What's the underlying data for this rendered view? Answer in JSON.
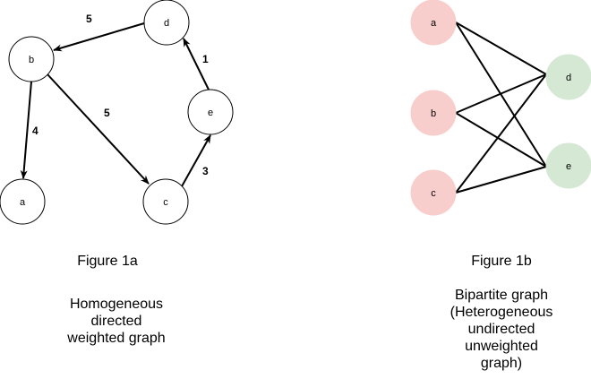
{
  "figure_a": {
    "title": "Figure 1a",
    "description": [
      "Homogeneous",
      "directed",
      "weighted graph"
    ],
    "nodes": [
      "d",
      "b",
      "e",
      "a",
      "c"
    ],
    "edges": [
      {
        "from": "d",
        "to": "b",
        "weight": "5"
      },
      {
        "from": "b",
        "to": "a",
        "weight": "4"
      },
      {
        "from": "b",
        "to": "c",
        "weight": "5"
      },
      {
        "from": "c",
        "to": "e",
        "weight": "3"
      },
      {
        "from": "e",
        "to": "d",
        "weight": "1"
      }
    ]
  },
  "figure_b": {
    "title": "Figure 1b",
    "description": [
      "Bipartite graph",
      "(Heterogeneous",
      "undirected",
      "unweighted",
      "graph)"
    ],
    "left_nodes": [
      "a",
      "b",
      "c"
    ],
    "right_nodes": [
      "d",
      "e"
    ],
    "edges": [
      {
        "from": "a",
        "to": "d"
      },
      {
        "from": "a",
        "to": "e"
      },
      {
        "from": "b",
        "to": "d"
      },
      {
        "from": "b",
        "to": "e"
      },
      {
        "from": "c",
        "to": "d"
      },
      {
        "from": "c",
        "to": "e"
      }
    ]
  },
  "colors": {
    "left_partition_fill": "#f8cecc",
    "right_partition_fill": "#d5e8d4",
    "stroke": "#000000"
  }
}
